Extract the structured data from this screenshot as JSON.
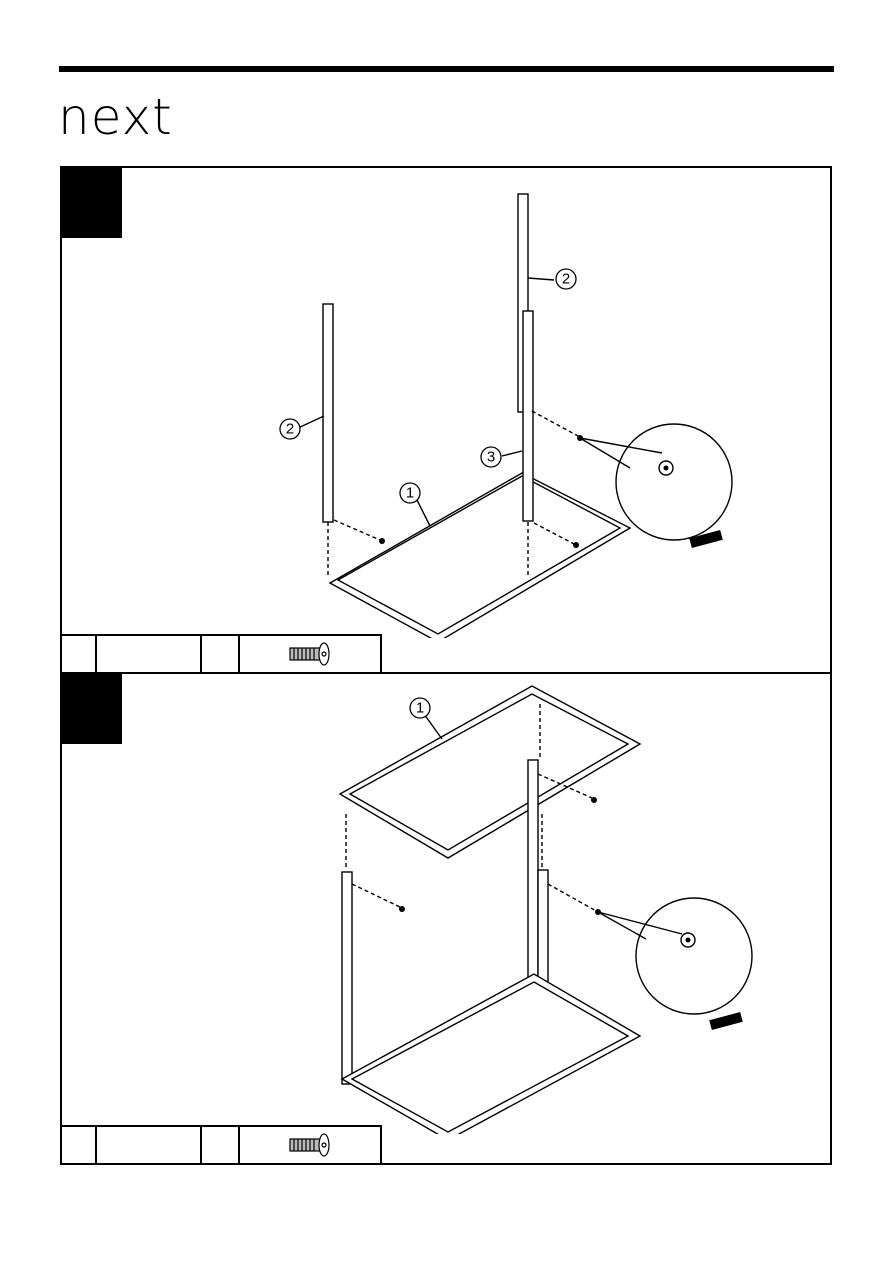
{
  "brand": {
    "logo_text": "next"
  },
  "steps": [
    {
      "number": "",
      "callouts": [
        "1",
        "2",
        "2",
        "3"
      ],
      "parts_row": {
        "qty": "",
        "desc": "",
        "qty2": "",
        "icon": "bolt-icon"
      }
    },
    {
      "number": "",
      "callouts": [
        "1"
      ],
      "parts_row": {
        "qty": "",
        "desc": "",
        "qty2": "",
        "icon": "bolt-icon"
      }
    }
  ]
}
